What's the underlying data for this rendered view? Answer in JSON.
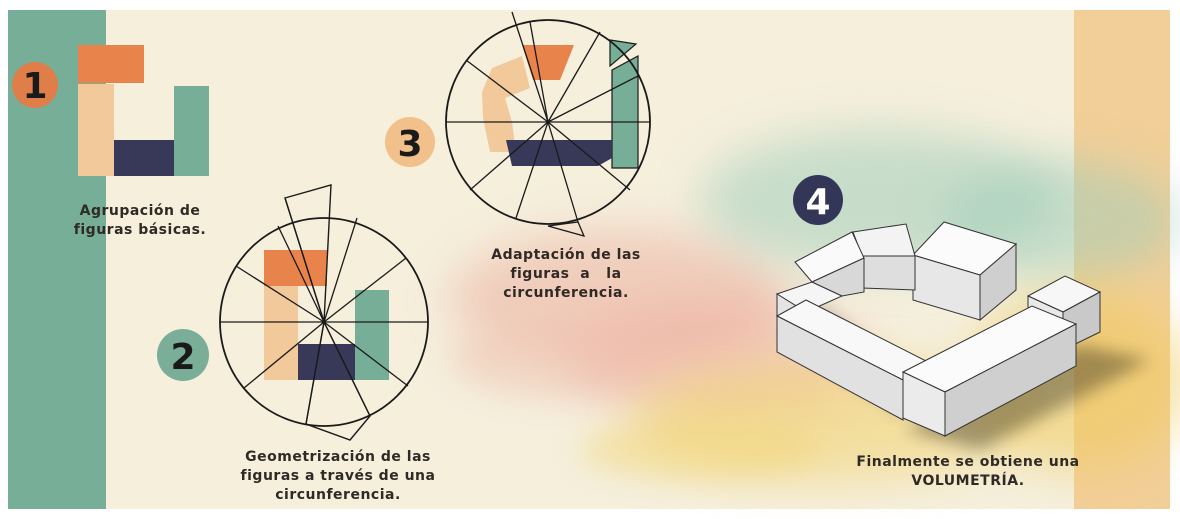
{
  "colors": {
    "background": "#f5efdc",
    "teal": "#77ae98",
    "orange": "#e8834c",
    "peach": "#f2c99a",
    "navy": "#383858",
    "sand": "#f2cf98",
    "ink": "#1a1a1a"
  },
  "steps": [
    {
      "number": "1",
      "badge_color": "#e07e4a",
      "caption_lines": [
        "Agrupación de",
        "figuras básicas."
      ]
    },
    {
      "number": "2",
      "badge_color": "#7aae99",
      "caption_lines": [
        "Geometrización de las",
        "figuras a través de una",
        "circunferencia."
      ]
    },
    {
      "number": "3",
      "badge_color": "#f2c08a",
      "caption_lines": [
        "Adaptación de las",
        "figuras  a   la",
        "circunferencia."
      ]
    },
    {
      "number": "4",
      "badge_color": "#343657",
      "badge_text_color": "#ffffff",
      "caption_lines": [
        "Finalmente se obtiene una",
        "VOLUMETRÍA."
      ]
    }
  ]
}
